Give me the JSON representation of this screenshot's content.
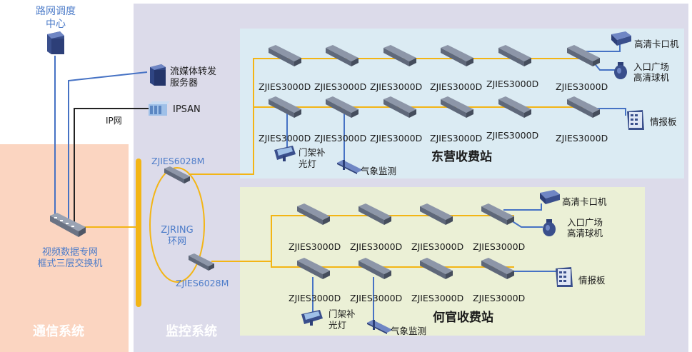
{
  "colors": {
    "comm_bg": "#fbd5c1",
    "monitor_bg": "#dcdbea",
    "dongying_bg": "#dbebf3",
    "heguan_bg": "#ebf0d6",
    "ring": "#f3b515",
    "blue_line": "#4672c4",
    "dark_line": "#222222",
    "section_text": "#ffffff"
  },
  "top": {
    "dispatch_center": "路网调度\n中心",
    "stream_server": "流媒体转发\n服务器",
    "ipsan": "IPSAN",
    "ip_net": "IP网"
  },
  "left": {
    "core_switch": "视频数据专网\n框式三层交换机",
    "ring": "ZJRING\n环网",
    "ring_node_top": "ZJIES6028M",
    "ring_node_bottom": "ZJIES6028M"
  },
  "sections": {
    "comm": "通信系统",
    "monitor": "监控系统"
  },
  "dongying": {
    "title": "东营收费站",
    "top_row": [
      "ZJIES3000D",
      "ZJIES3000D",
      "ZJIES3000D",
      "ZJIES3000D",
      "ZJIES3000D",
      "ZJIES3000D"
    ],
    "bottom_row": [
      "ZJIES3000D",
      "ZJIES3000D",
      "ZJIES3000D",
      "ZJIES3000D",
      "ZJIES3000D",
      "ZJIES3000D"
    ],
    "hd_checkpoint": "高清卡口机",
    "entrance_dome": "入口广场\n高清球机",
    "info_board": "情报板",
    "gantry_light": "门架补\n光灯",
    "weather": "气象监测"
  },
  "heguan": {
    "title": "何官收费站",
    "top_row": [
      "ZJIES3000D",
      "ZJIES3000D",
      "ZJIES3000D",
      "ZJIES3000D"
    ],
    "bottom_row": [
      "ZJIES3000D",
      "ZJIES3000D",
      "ZJIES3000D",
      "ZJIES3000D"
    ],
    "hd_checkpoint": "高清卡口机",
    "entrance_dome": "入口广场\n高清球机",
    "info_board": "情报板",
    "gantry_light": "门架补\n光灯",
    "weather": "气象监测"
  }
}
